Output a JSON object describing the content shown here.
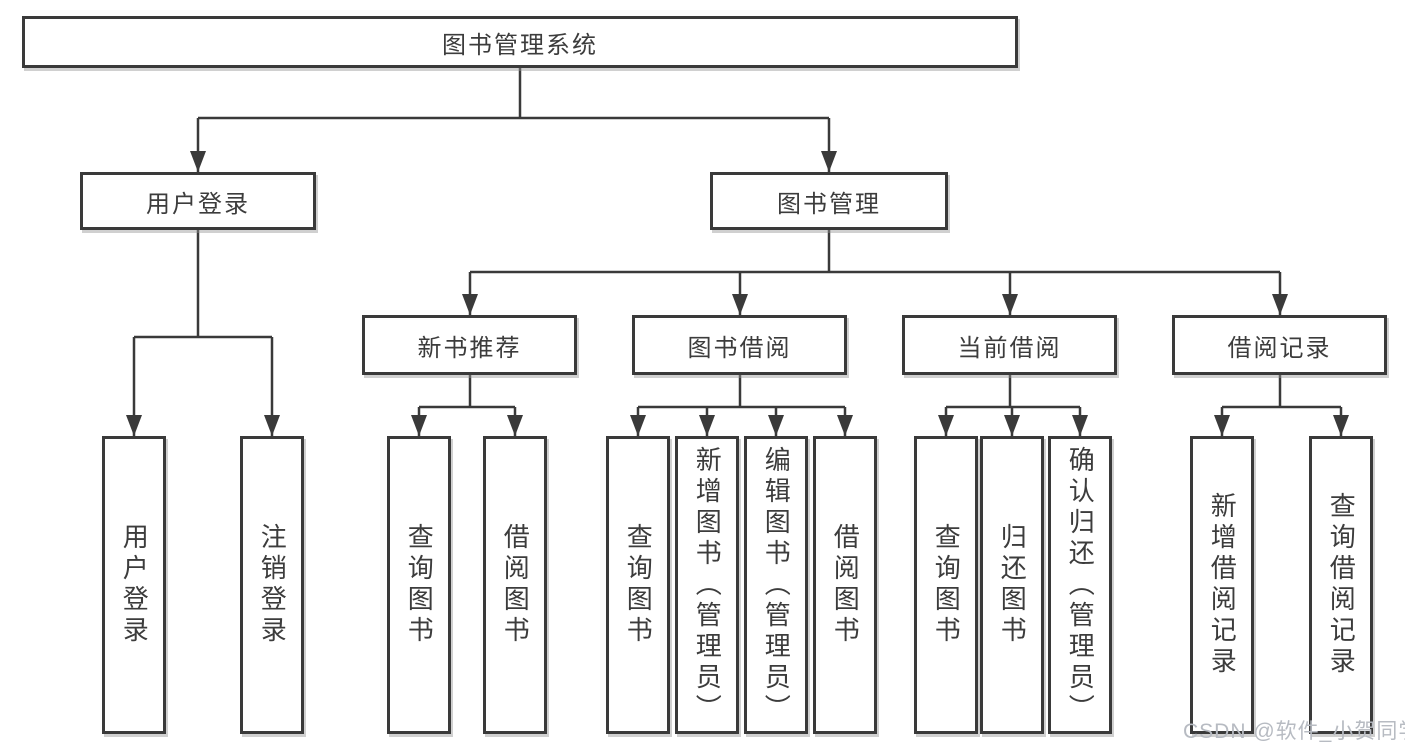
{
  "diagram": {
    "title": "图书管理系统",
    "root": {
      "label": "图书管理系统"
    },
    "level2": [
      {
        "label": "用户登录"
      },
      {
        "label": "图书管理"
      }
    ],
    "level3": [
      {
        "label": "新书推荐"
      },
      {
        "label": "图书借阅"
      },
      {
        "label": "当前借阅"
      },
      {
        "label": "借阅记录"
      }
    ],
    "leaves": [
      {
        "label": "用户登录",
        "parent": "用户登录"
      },
      {
        "label": "注销登录",
        "parent": "用户登录"
      },
      {
        "label": "查询图书",
        "parent": "新书推荐"
      },
      {
        "label": "借阅图书",
        "parent": "新书推荐"
      },
      {
        "label": "查询图书",
        "parent": "图书借阅"
      },
      {
        "label": "新增图书（管理员）",
        "parent": "图书借阅"
      },
      {
        "label": "编辑图书（管理员）",
        "parent": "图书借阅"
      },
      {
        "label": "借阅图书",
        "parent": "图书借阅"
      },
      {
        "label": "查询图书",
        "parent": "当前借阅"
      },
      {
        "label": "归还图书",
        "parent": "当前借阅"
      },
      {
        "label": "确认归还（管理员）",
        "parent": "当前借阅"
      },
      {
        "label": "新增借阅记录",
        "parent": "借阅记录"
      },
      {
        "label": "查询借阅记录",
        "parent": "借阅记录"
      }
    ]
  },
  "watermark": {
    "text": "CSDN @软件_小贺同学"
  },
  "colors": {
    "line": "#3a3a3a",
    "node_border": "#3a3a3a",
    "node_text": "#3c3c3c",
    "background": "#ffffff",
    "watermark_text": "#b7bbc2"
  }
}
